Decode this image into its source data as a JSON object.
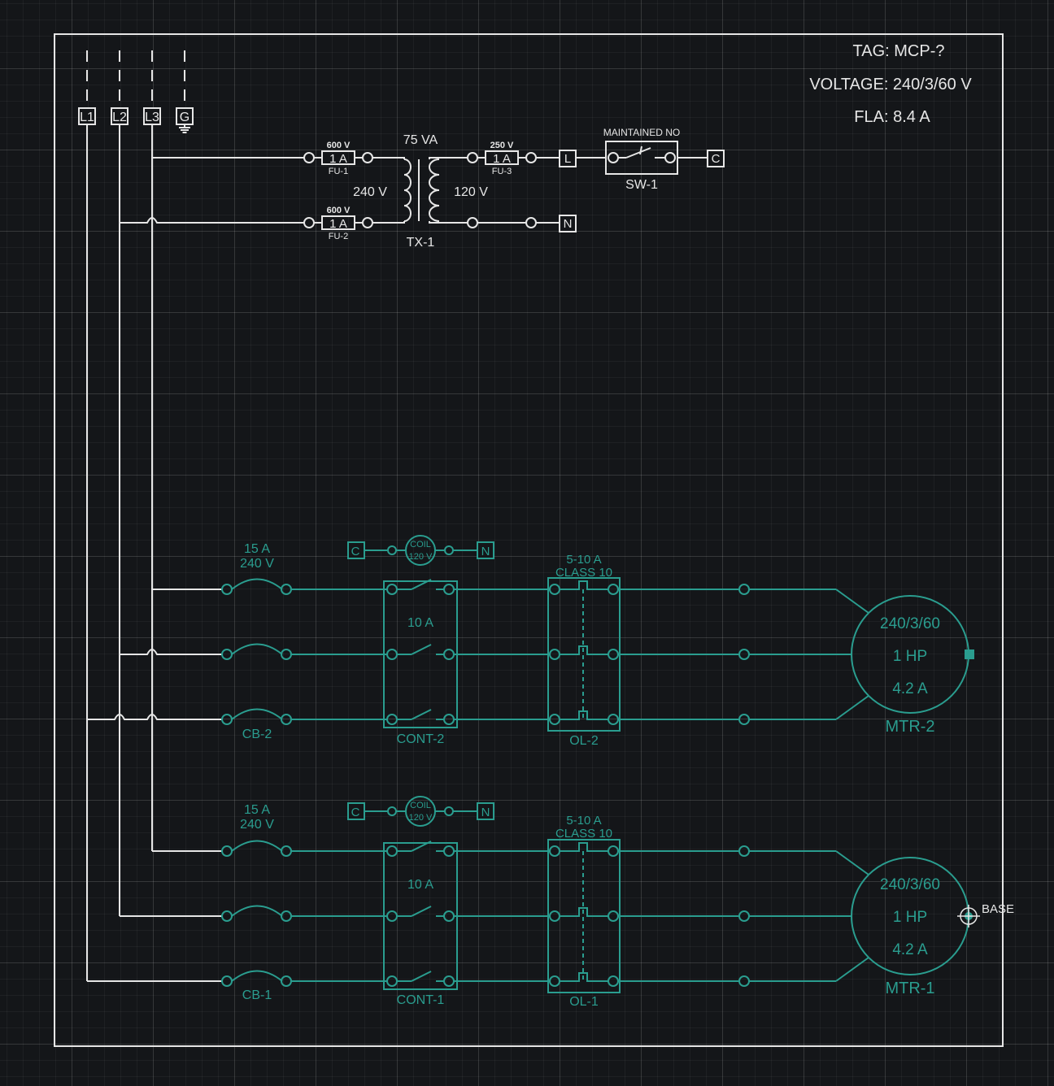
{
  "colors": {
    "power": "#e6e6e6",
    "motor": "#2a9d8f",
    "background": "#141619"
  },
  "info": {
    "tag": "TAG: MCP-?",
    "voltage": "VOLTAGE: 240/3/60 V",
    "fla": "FLA: 8.4 A"
  },
  "lines": {
    "l1": "L1",
    "l2": "L2",
    "l3": "L3",
    "g": "G"
  },
  "control_xfmr": {
    "fu1_volt": "600 V",
    "fu1_amp": "1 A",
    "fu1_tag": "FU-1",
    "fu2_volt": "600 V",
    "fu2_amp": "1 A",
    "fu2_tag": "FU-2",
    "fu3_volt": "250 V",
    "fu3_amp": "1 A",
    "fu3_tag": "FU-3",
    "va": "75 VA",
    "primary": "240 V",
    "secondary": "120 V",
    "tag": "TX-1",
    "term_l": "L",
    "term_n": "N",
    "term_c": "C",
    "switch_type": "MAINTAINED NO",
    "switch_tag": "SW-1"
  },
  "motor2": {
    "cb_amp": "15 A",
    "cb_volt": "240 V",
    "cb_tag": "CB-2",
    "coil_c": "C",
    "coil_n": "N",
    "coil_top": "COIL",
    "coil_bot": "120 V",
    "cont_amp": "10 A",
    "cont_tag": "CONT-2",
    "ol_range": "5-10 A",
    "ol_class": "CLASS 10",
    "ol_tag": "OL-2",
    "rating": "240/3/60",
    "hp": "1 HP",
    "amps": "4.2 A",
    "tag": "MTR-2"
  },
  "motor1": {
    "cb_amp": "15 A",
    "cb_volt": "240 V",
    "cb_tag": "CB-1",
    "coil_c": "C",
    "coil_n": "N",
    "coil_top": "COIL",
    "coil_bot": "120 V",
    "cont_amp": "10 A",
    "cont_tag": "CONT-1",
    "ol_range": "5-10 A",
    "ol_class": "CLASS 10",
    "ol_tag": "OL-1",
    "rating": "240/3/60",
    "hp": "1 HP",
    "amps": "4.2 A",
    "tag": "MTR-1",
    "base_label": "BASE"
  }
}
